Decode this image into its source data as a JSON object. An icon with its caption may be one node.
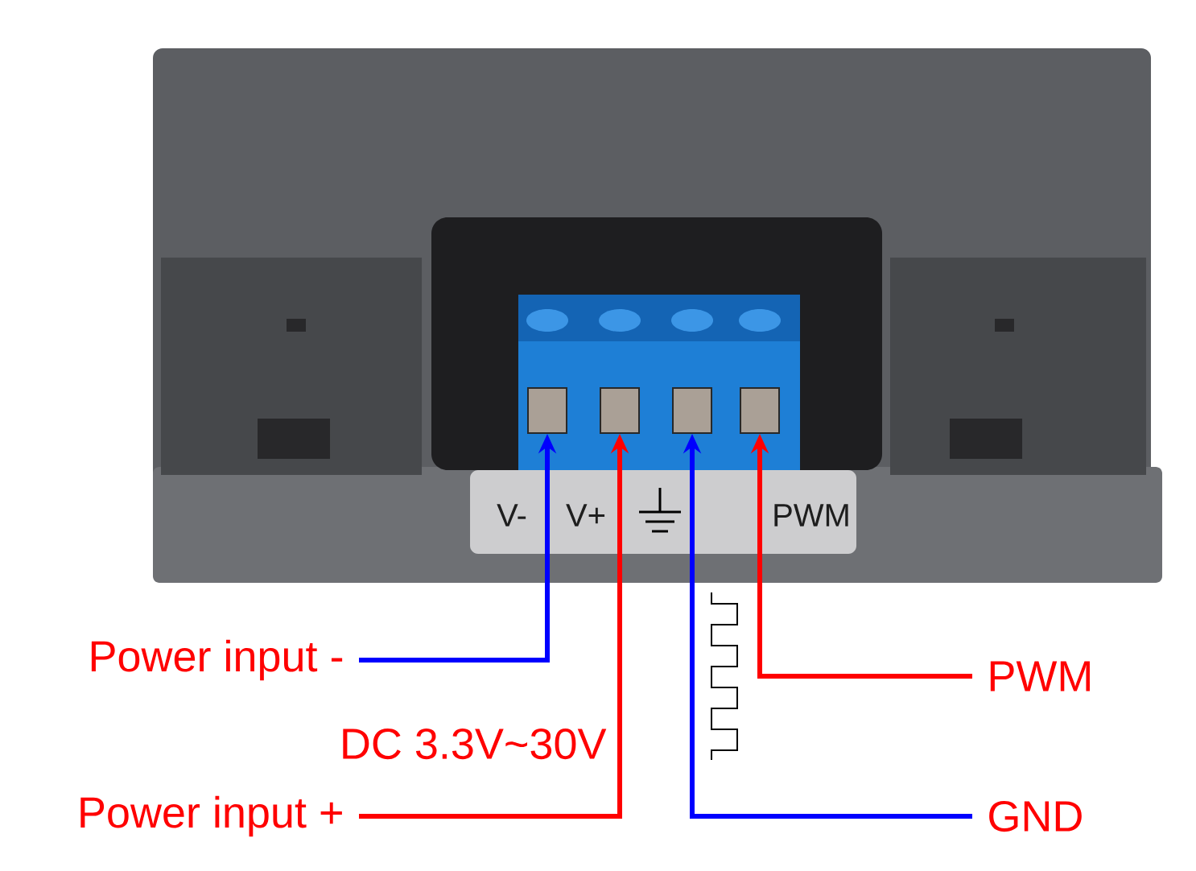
{
  "diagram": {
    "nodes": [
      {
        "text": [
          "Power input -"
        ]
      },
      {
        "text": [
          "Power input +"
        ]
      },
      {
        "text": [
          "PWM"
        ]
      },
      {
        "text": [
          "GND"
        ]
      },
      {
        "text": [],
        "shape": "box"
      },
      {
        "text": [],
        "shape": "box"
      },
      {
        "text": [],
        "shape": "box"
      },
      {
        "text": [],
        "shape": "box"
      }
    ],
    "edges": [
      {
        "from": 0,
        "to": 4,
        "arrow": "to",
        "color": "#0000ff"
      },
      {
        "from": 1,
        "to": 5,
        "arrow": "to",
        "color": "#ff0000"
      },
      {
        "from": 3,
        "to": 6,
        "arrow": "to",
        "color": "#0000ff"
      },
      {
        "from": 2,
        "to": 7,
        "arrow": "to",
        "color": "#ff0000"
      }
    ],
    "labels": [
      "V-",
      "V+",
      "PWM",
      "DC 3.3V~30V"
    ]
  }
}
